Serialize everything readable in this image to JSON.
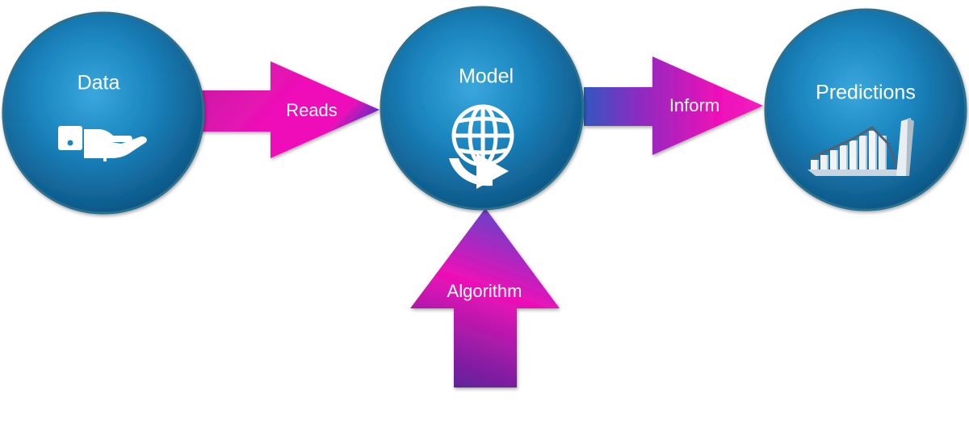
{
  "diagram": {
    "nodes": {
      "data": {
        "label": "Data",
        "icon": "hand-giving-icon"
      },
      "model": {
        "label": "Model",
        "icon": "globe-arrow-icon"
      },
      "predictions": {
        "label": "Predictions",
        "icon": "bar-chart-trend-icon"
      }
    },
    "arrows": {
      "reads": {
        "label": "Reads",
        "from": "Data",
        "to": "Model"
      },
      "inform": {
        "label": "Inform",
        "from": "Model",
        "to": "Predictions"
      },
      "algorithm": {
        "label": "Algorithm",
        "to": "Model"
      }
    }
  },
  "colors": {
    "circle_light": "#3aa7dc",
    "circle_mid": "#1878b0",
    "circle_dark": "#0d5584",
    "circle_edge": "#2a6f8f",
    "arrow_pink": "#ee10b8",
    "arrow_magenta": "#c41aa0",
    "arrow_purple": "#5a2499",
    "arrow_blue": "#3157c0",
    "text": "#ffffff"
  }
}
